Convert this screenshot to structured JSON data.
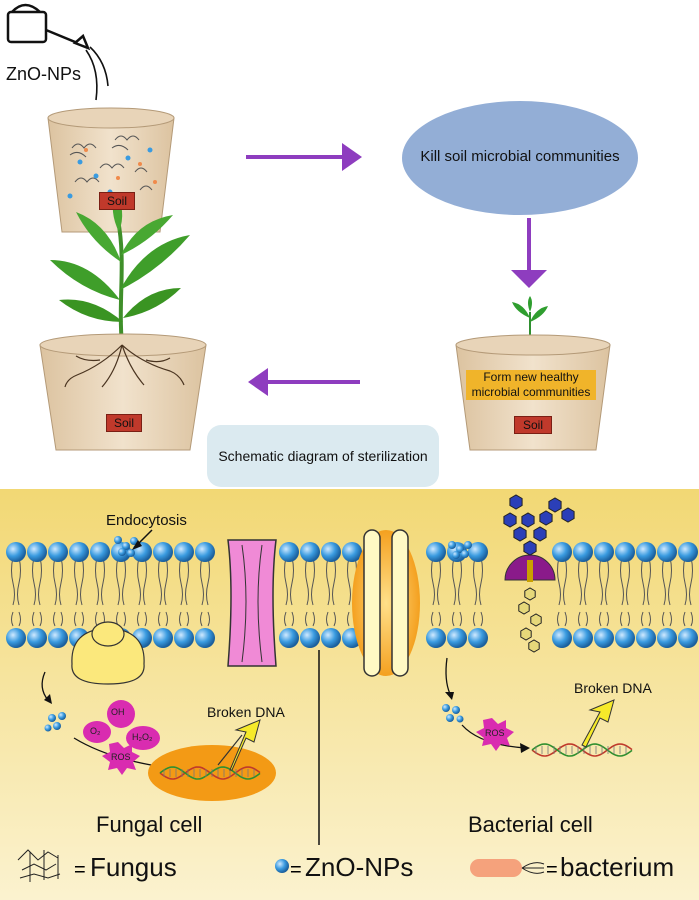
{
  "top": {
    "watering_label": "ZnO-NPs",
    "soil_label": "Soil",
    "kill_label": "Kill soil microbial communities",
    "form_label": "Form new healthy microbial communities",
    "caption": "Schematic diagram of sterilization"
  },
  "bottom": {
    "endocytosis": "Endocytosis",
    "broken_dna_left": "Broken DNA",
    "broken_dna_right": "Broken DNA",
    "ros_left": "ROS",
    "ros_right": "ROS",
    "oh": "OH",
    "o2": "O₂",
    "h2o2": "H₂O₂",
    "fungal_cell": "Fungal cell",
    "bacterial_cell": "Bacterial cell"
  },
  "legend": {
    "fungus": "Fungus",
    "zno": "ZnO-NPs",
    "bacterium": "bacterium"
  },
  "colors": {
    "arrow": "#8e3dbf",
    "ellipse": "#93aed6",
    "soil_pot": "#ead8bf",
    "membrane_bg": "#f5e199",
    "lipid_head": "#3a9be0",
    "ros": "#d92cb0"
  }
}
